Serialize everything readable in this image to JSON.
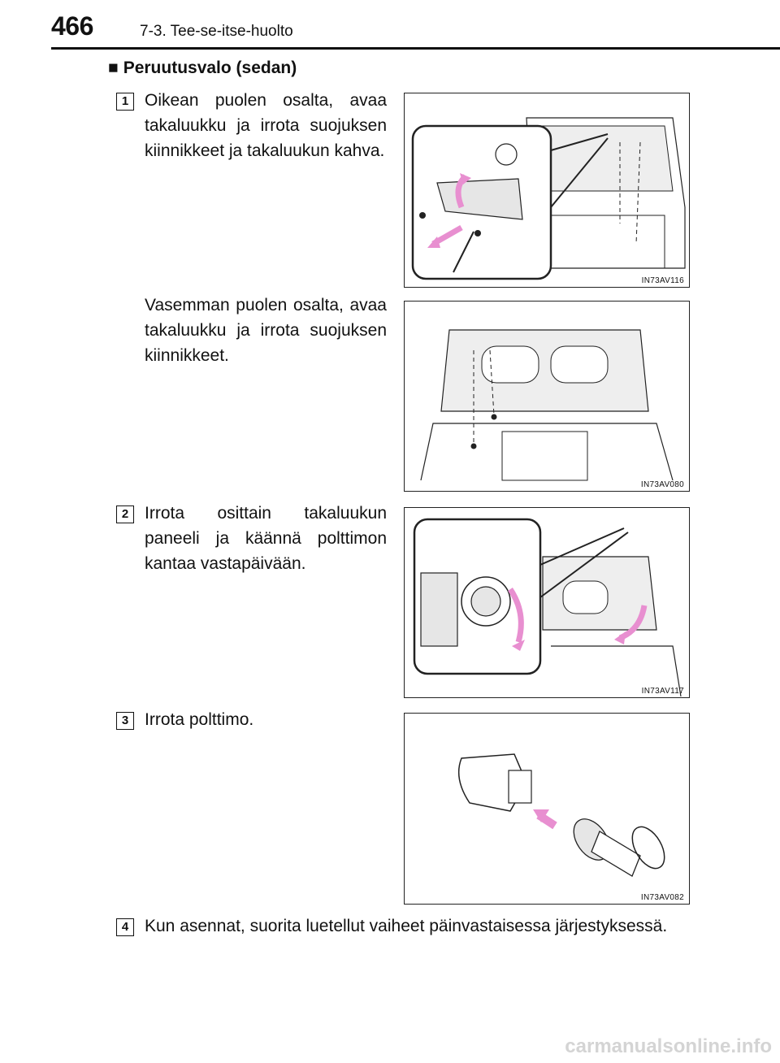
{
  "header": {
    "page_number": "466",
    "chapter": "7-3. Tee-se-itse-huolto"
  },
  "section": {
    "bullet": "■",
    "title": "Peruutusvalo (sedan)"
  },
  "steps": [
    {
      "badge": "1",
      "text_a": "Oikean puolen osalta, avaa takaluukku ja irrota suojuksen kiinnikkeet ja takaluukun kahva.",
      "text_b": "Vasemman puolen osalta, avaa takaluukku ja irrota suojuksen kiinnikkeet."
    },
    {
      "badge": "2",
      "text": "Irrota osittain takaluukun paneeli ja käännä polttimon kantaa vastapäivään."
    },
    {
      "badge": "3",
      "text": "Irrota polttimo."
    },
    {
      "badge": "4",
      "text": "Kun asennat, suorita luetellut vaiheet päinvastaisessa järjestyksessä."
    }
  ],
  "figures": [
    {
      "code": "IN73AV116"
    },
    {
      "code": "IN73AV080"
    },
    {
      "code": "IN73AV117"
    },
    {
      "code": "IN73AV082"
    }
  ],
  "colors": {
    "arrow": "#e88fd0",
    "line": "#222222",
    "fill_light": "#e6e6e6"
  },
  "watermark": "carmanualsonline.info"
}
